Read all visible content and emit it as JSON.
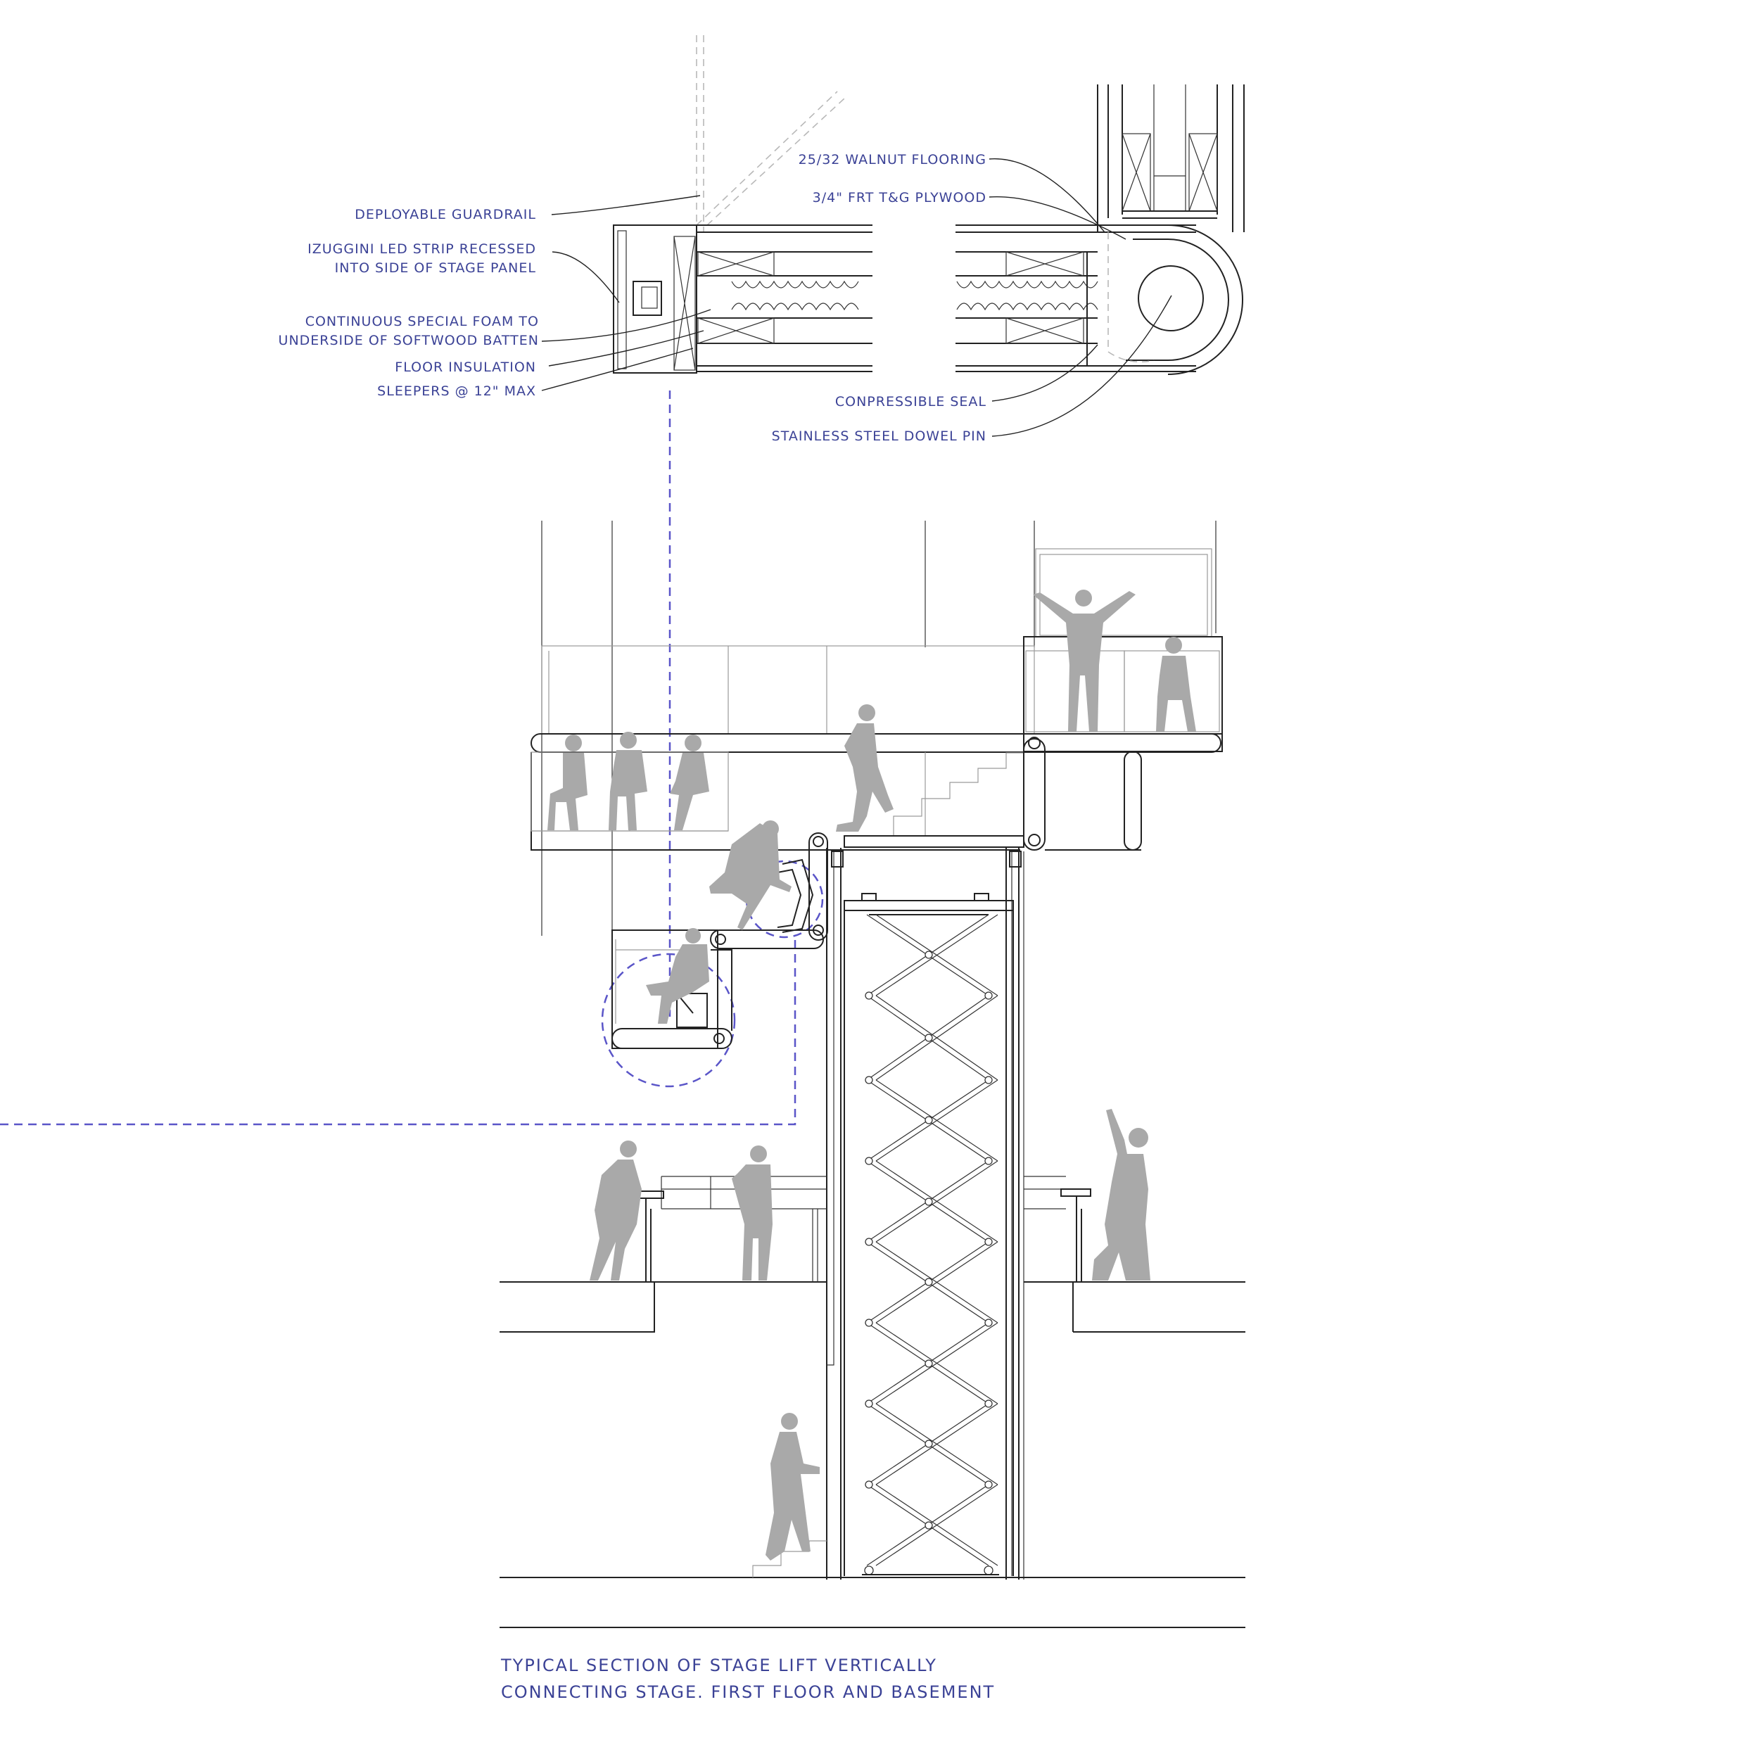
{
  "labels_left": [
    "DEPLOYABLE GUARDRAIL",
    "IZUGGINI LED STRIP RECESSED",
    "INTO SIDE OF STAGE PANEL",
    "CONTINUOUS SPECIAL FOAM TO",
    "UNDERSIDE OF SOFTWOOD BATTEN",
    "FLOOR INSULATION",
    "SLEEPERS @ 12\" MAX"
  ],
  "labels_right": [
    "25/32 WALNUT FLOORING",
    "3/4\" FRT T&G PLYWOOD",
    "CONPRESSIBLE SEAL",
    "STAINLESS STEEL DOWEL PIN"
  ],
  "caption": {
    "line1": "TYPICAL SECTION OF STAGE LIFT VERTICALLY",
    "line2": "CONNECTING STAGE. FIRST FLOOR AND BASEMENT"
  },
  "colors": {
    "annotation": "#3b4296",
    "detail_callout": "#5a55c8",
    "figures": "#a9a9a9"
  }
}
